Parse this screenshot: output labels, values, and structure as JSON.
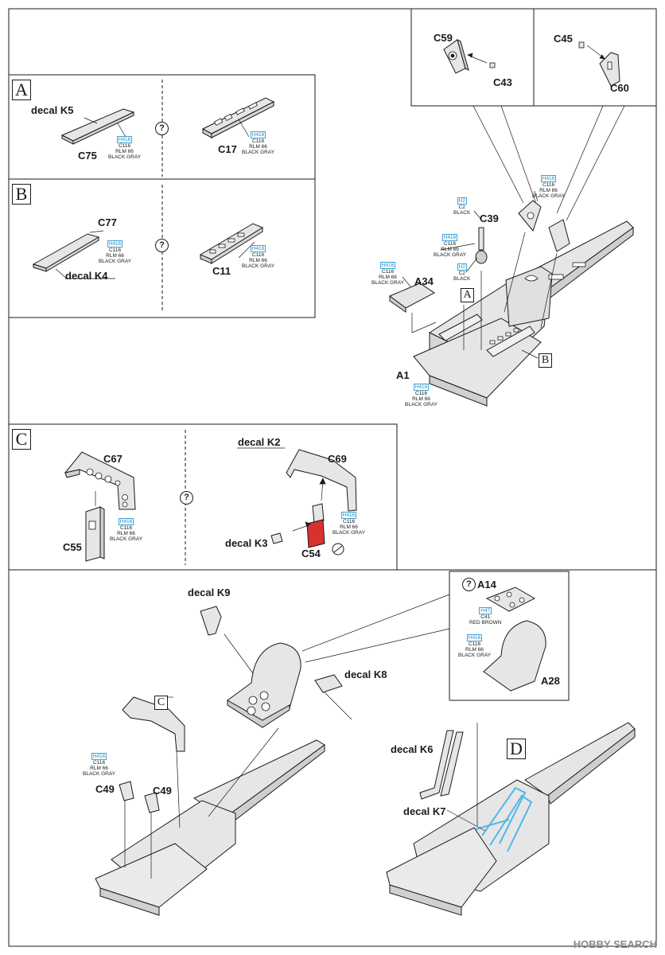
{
  "colors": {
    "ink": "#1a1a1a",
    "paint_code": "#2a8cc2",
    "red_part": "#d8322f",
    "highlight": "#4fb8e6",
    "part_fill": "#e6e6e6",
    "watermark": "#8a8a8a"
  },
  "paint_default": {
    "h": "H416",
    "c": "C116",
    "n1": "RLM 66",
    "n2": "BLACK GRAY"
  },
  "paint_black": {
    "h": "H2",
    "c": "C2",
    "n1": "BLACK"
  },
  "paint_red_brown": {
    "h": "H47",
    "c": "C41",
    "n1": "RED BROWN"
  },
  "panels": {
    "A": {
      "letter": "A",
      "left_part": "C75",
      "left_decal": "decal K5",
      "right_part": "C17",
      "option": "?"
    },
    "B": {
      "letter": "B",
      "left_part": "C77",
      "left_decal": "decal K4",
      "right_part": "C11",
      "option": "?"
    },
    "C": {
      "letter": "C",
      "left_parts": [
        "C67",
        "C55"
      ],
      "right_parts": [
        "C69",
        "C54"
      ],
      "right_decals": [
        "decal K2",
        "decal K3"
      ],
      "option": "?"
    }
  },
  "top_right": {
    "inset_parts": [
      "C59",
      "C43",
      "C45",
      "C60"
    ],
    "parts": [
      "C39",
      "A34",
      "A1"
    ],
    "markers": [
      "A",
      "B"
    ]
  },
  "bottom": {
    "decals": [
      "decal K9",
      "decal K8",
      "decal K6",
      "decal K7"
    ],
    "parts": [
      "C49",
      "C49"
    ],
    "marker": "C",
    "step": "D",
    "seat_inset": {
      "option": "?",
      "parts": [
        "A14",
        "A28"
      ]
    }
  },
  "watermark": "HOBBY SEARCH"
}
